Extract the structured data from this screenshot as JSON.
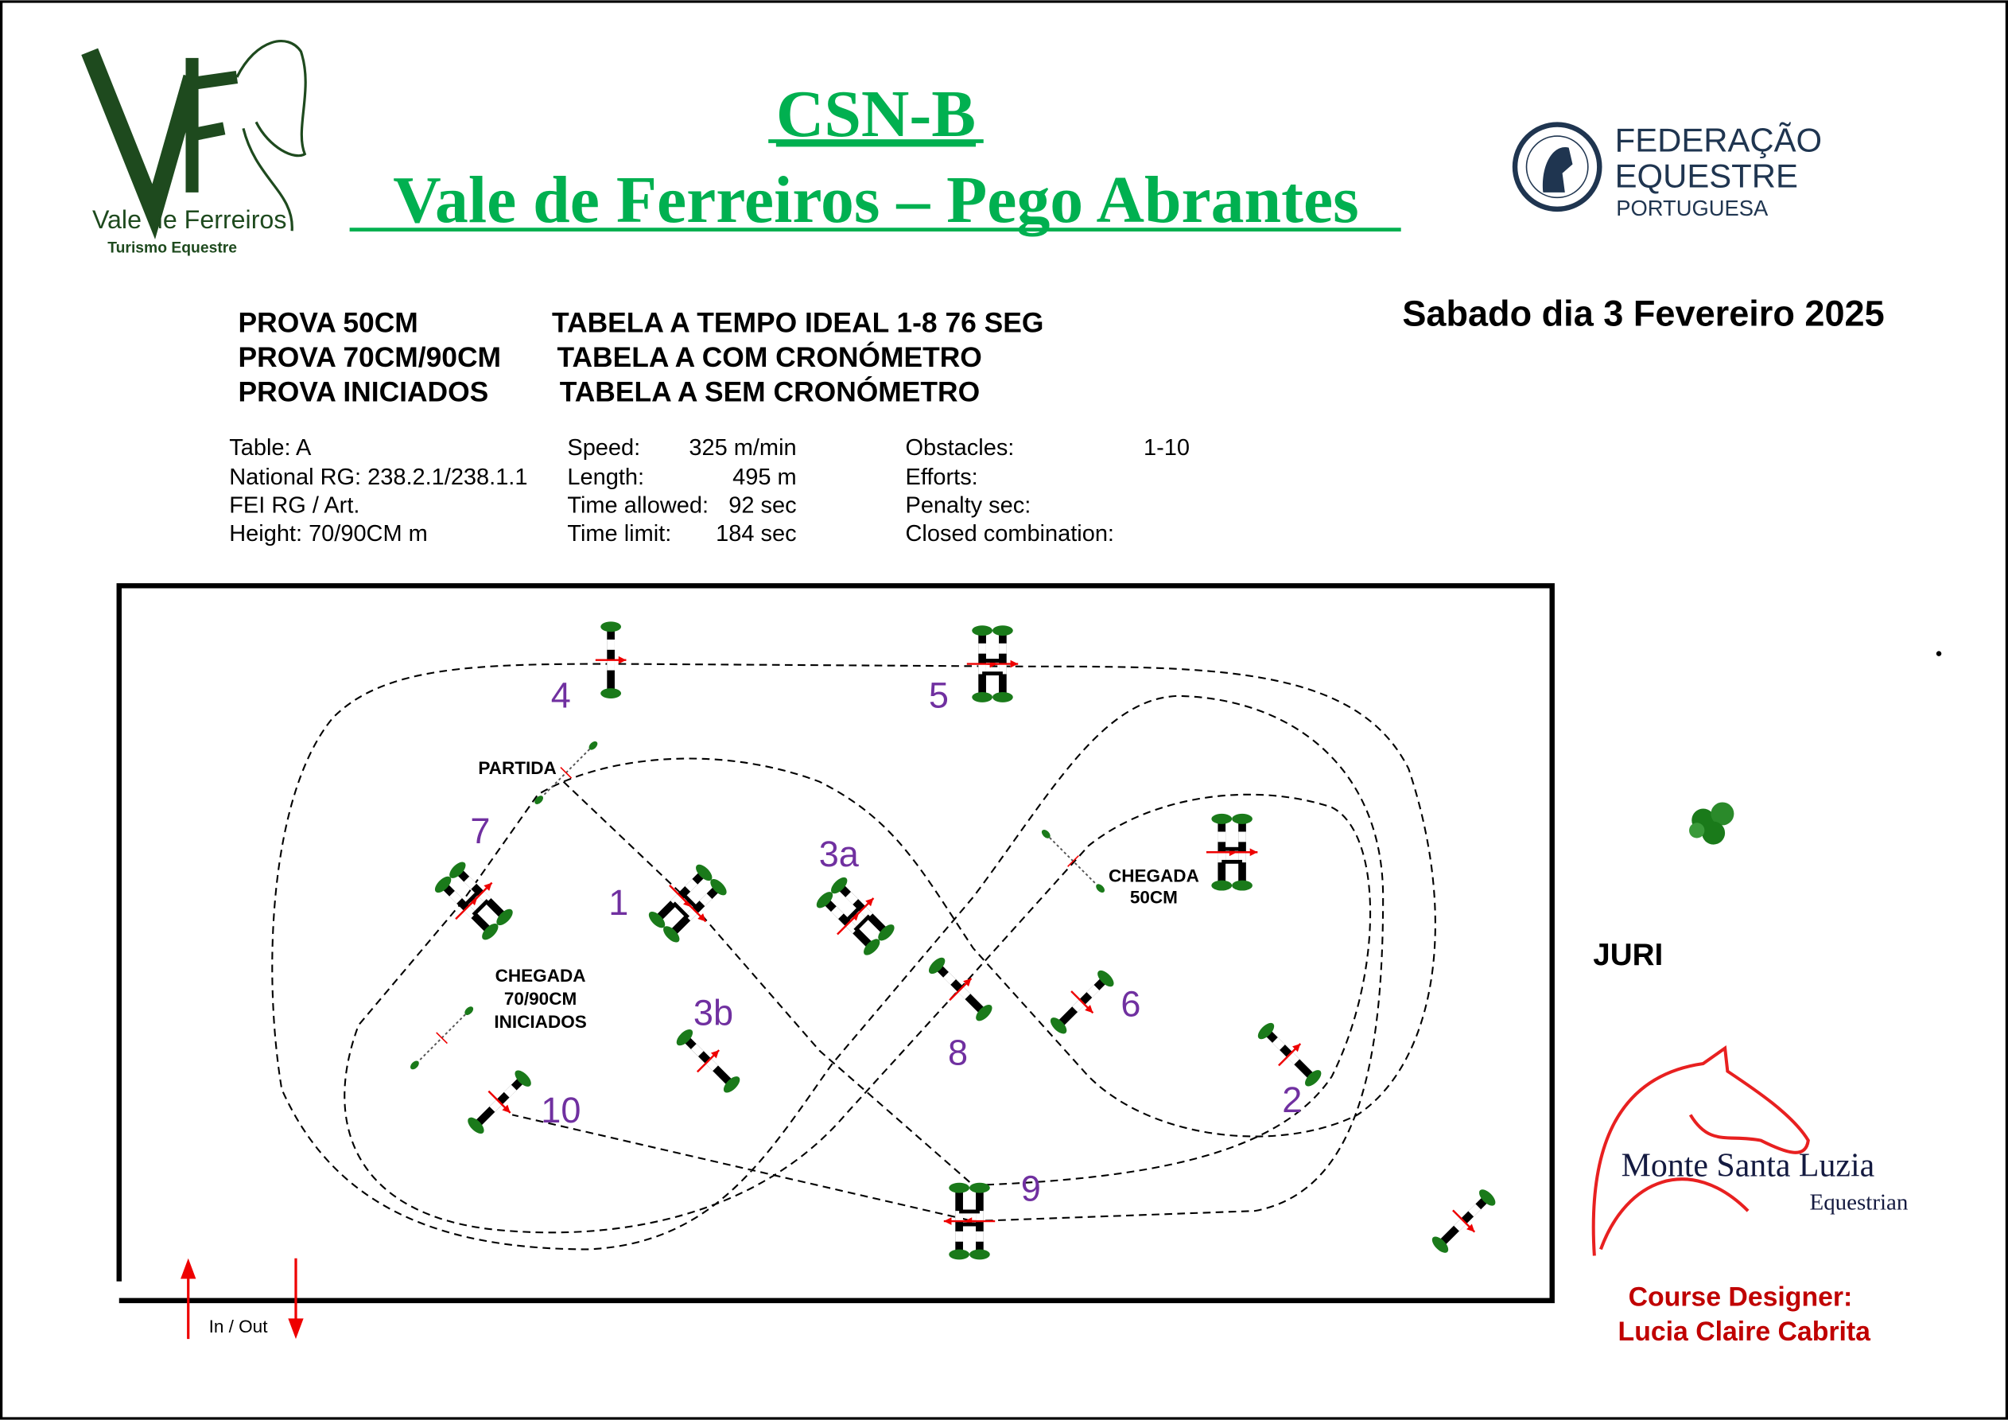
{
  "header": {
    "title_line1": "CSN-B",
    "title_line2": "Vale de Ferreiros – Pego Abrantes",
    "title_color": "#00b050",
    "date": "Sabado dia 3 Fevereiro 2025"
  },
  "logos": {
    "left": {
      "name": "Vale de Ferreiros",
      "subtitle": "Turismo Equestre",
      "monogram": "VF"
    },
    "right": {
      "line1": "FEDERAÇÃO",
      "line2": "EQUESTRE",
      "line3": "PORTUGUESA",
      "seal": "FEDERAÇÃO EQUESTRE PORTUGUESA"
    },
    "sponsor": {
      "line1": "Monte Santa Luzia",
      "line2": "Equestrian"
    }
  },
  "provas": [
    {
      "prova": "PROVA 50CM",
      "tabela": "TABELA A TEMPO IDEAL 1-8 76 SEG"
    },
    {
      "prova": "PROVA 70CM/90CM",
      "tabela": "TABELA A COM CRONÓMETRO"
    },
    {
      "prova": "PROVA INICIADOS",
      "tabela": "TABELA A SEM CRONÓMETRO"
    }
  ],
  "info": {
    "col1": [
      "Table: A",
      "National RG: 238.2.1/238.1.1",
      "FEI RG / Art.",
      "Height: 70/90CM m"
    ],
    "col2_labels": [
      "Speed:",
      "Length:",
      "Time allowed:",
      "Time limit:"
    ],
    "col2_values": [
      "325 m/min",
      "495 m",
      "92 sec",
      "184 sec"
    ],
    "col3_labels": [
      "Obstacles:",
      "Efforts:",
      "Penalty sec:",
      "Closed combination:"
    ],
    "col3_values": [
      "1-10",
      "",
      "",
      ""
    ]
  },
  "arena": {
    "obstacles": [
      "1",
      "2",
      "3a",
      "3b",
      "4",
      "5",
      "6",
      "7",
      "8",
      "9",
      "10"
    ],
    "start_label": "PARTIDA",
    "finish_50": [
      "CHEGADA",
      "50CM"
    ],
    "finish_other": [
      "CHEGADA",
      "70/90CM",
      "INICIADOS"
    ],
    "in_out": "In / Out"
  },
  "juri": "JURI",
  "designer": {
    "label": "Course Designer:",
    "name": "Lucia Claire Cabrita",
    "color": "#c00000"
  }
}
